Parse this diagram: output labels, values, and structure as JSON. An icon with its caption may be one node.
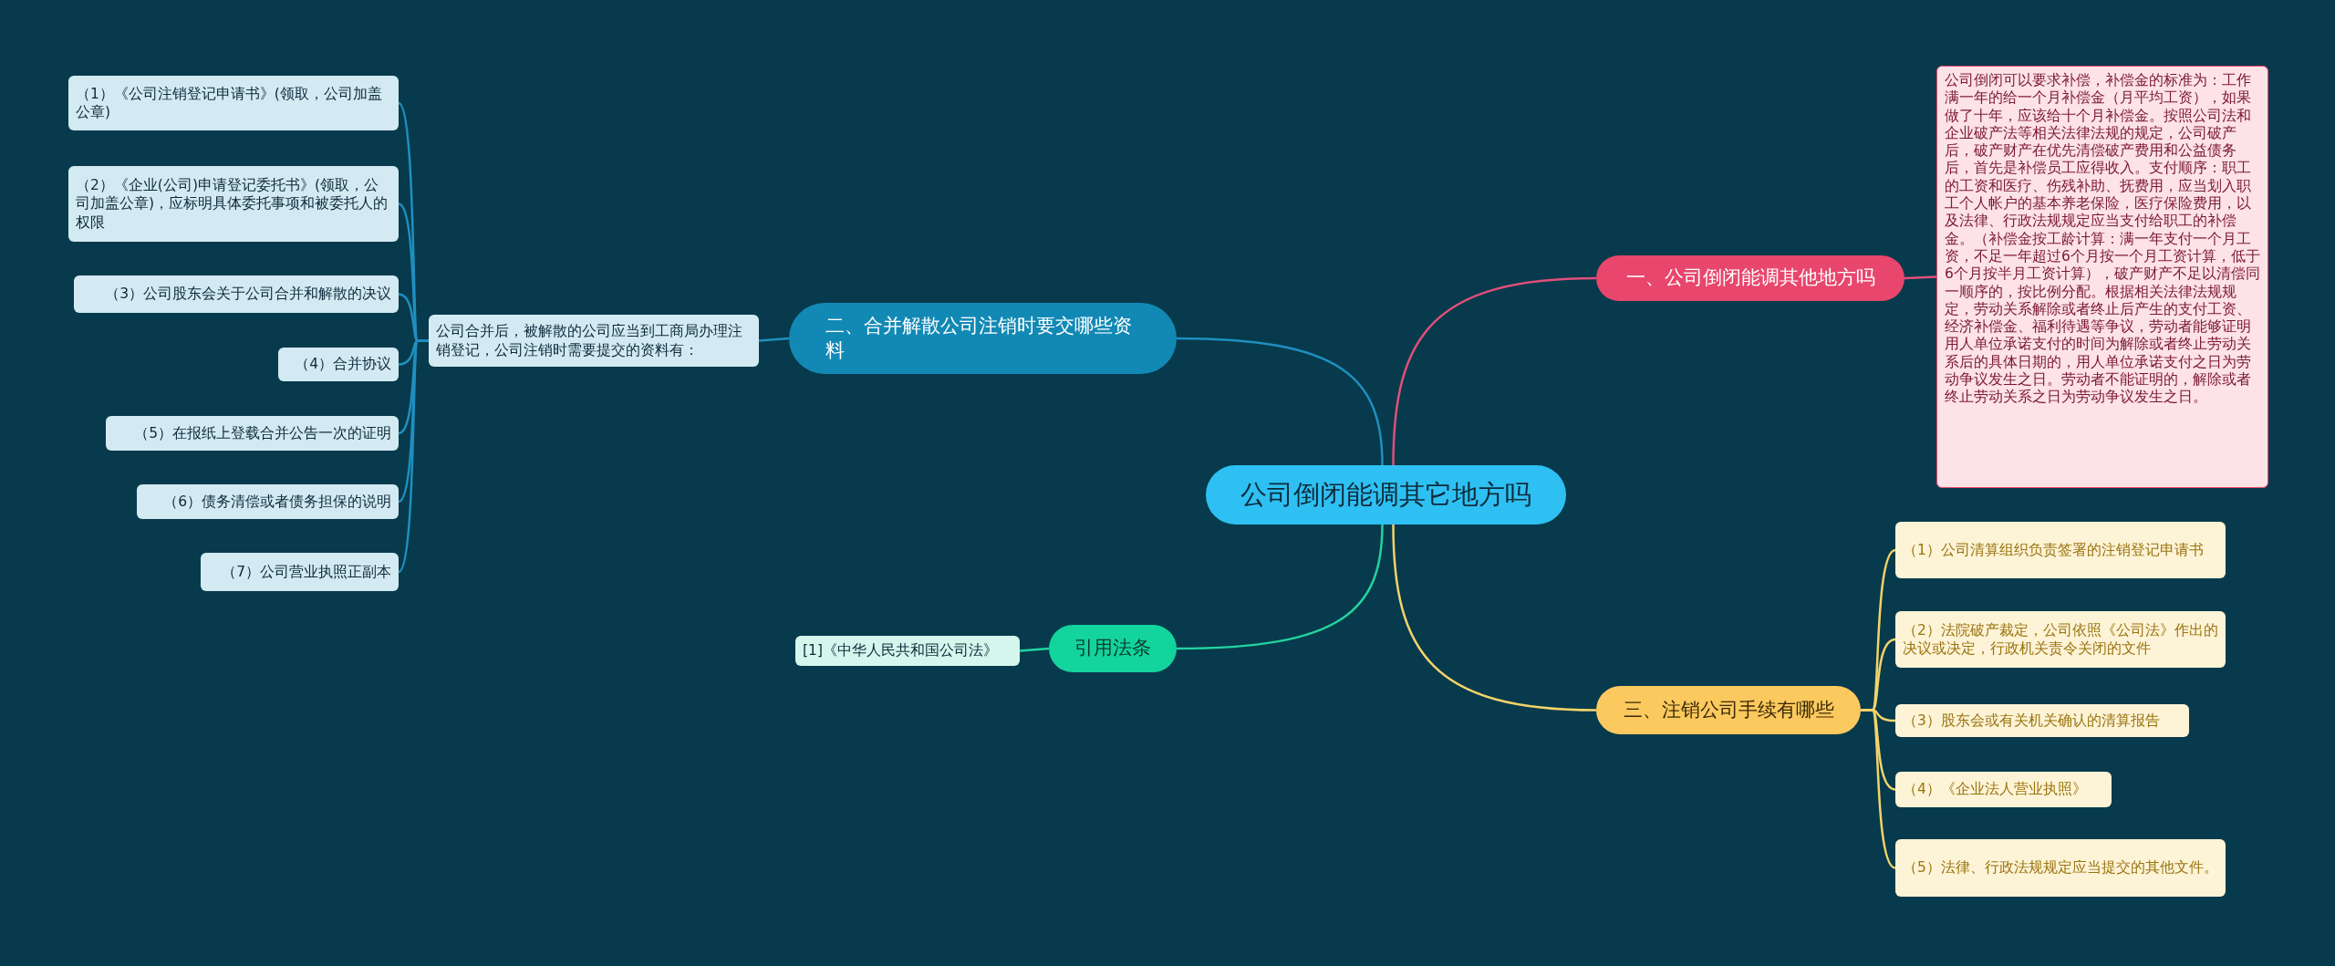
{
  "diagram": {
    "nodes": [
      {
        "text": [
          "公司倒闭能调其它地方吗"
        ]
      },
      {
        "text": [
          "一、公司倒闭能调其他地方吗"
        ]
      },
      {
        "text": [
          "公司倒闭可以要求补偿，补偿金的标准为：工作满一年的给一个月补偿金（月平均工资），如果做了十年，应该给十个月补偿金。按照公司法和企业破产法等相关法律法规的规定，公司破产后，破产财产在优先清偿破产费用和公益债务后，首先是补偿员工应得收入。支付顺序：职工的工资和医疗、伤残补助、抚费用，应当划入职工个人帐户的基本养老保险，医疗保险费用，以及法律、行政法规规定应当支付给职工的补偿金。（补偿金按工龄计算：满一年支付一个月工资，不足一年超过6个月按一个月工资计算，低于6个月按半月工资计算），破产财产不足以清偿同一顺序的，按比例分配。根据相关法律法规规定，劳动关系解除或者终止后产生的支付工资、经济补偿金、福利待遇等争议，劳动者能够证明用人单位承诺支付的时间为解除或者终止劳动关系后的具体日期的，用人单位承诺支付之日为劳动争议发生之日。劳动者不能证明的，解除或者终止劳动关系之日为劳动争议发生之日。"
        ]
      },
      {
        "text": [
          "二、合并解散公司注销时要交哪些资料"
        ]
      },
      {
        "text": [
          "公司合并后，被解散的公司应当到工商局办理注销登记，公司注销时需要提交的资料有："
        ]
      },
      {
        "text": [
          "（1）《公司注销登记申请书》(领取，公司加盖公章)"
        ]
      },
      {
        "text": [
          "（2）《企业(公司)申请登记委托书》(领取，公司加盖公章)，应标明具体委托事项和被委托人的权限"
        ]
      },
      {
        "text": [
          "（3）公司股东会关于公司合并和解散的决议"
        ]
      },
      {
        "text": [
          "（4）合并协议"
        ]
      },
      {
        "text": [
          "（5）在报纸上登载合并公告一次的证明"
        ]
      },
      {
        "text": [
          "（6）债务清偿或者债务担保的说明"
        ]
      },
      {
        "text": [
          "（7）公司营业执照正副本"
        ]
      },
      {
        "text": [
          "引用法条"
        ]
      },
      {
        "text": [
          "[1]《中华人民共和国公司法》"
        ]
      },
      {
        "text": [
          "三、注销公司手续有哪些"
        ]
      },
      {
        "text": [
          "（1）公司清算组织负责签署的注销登记申请书"
        ]
      },
      {
        "text": [
          "（2）法院破产裁定，公司依照《公司法》作出的决议或决定，行政机关责令关闭的文件"
        ]
      },
      {
        "text": [
          "（3）股东会或有关机关确认的清算报告"
        ]
      },
      {
        "text": [
          "（4）《企业法人营业执照》"
        ]
      },
      {
        "text": [
          "（5）法律、行政法规规定应当提交的其他文件。"
        ]
      }
    ],
    "edges": [
      {
        "from": 0,
        "to": 1,
        "arrow": "none",
        "color": "#e0507a"
      },
      {
        "from": 1,
        "to": 2,
        "arrow": "none",
        "color": "#e0507a"
      },
      {
        "from": 0,
        "to": 3,
        "arrow": "none"
      },
      {
        "from": 3,
        "to": 4,
        "arrow": "none"
      },
      {
        "from": 4,
        "to": 5,
        "arrow": "none"
      },
      {
        "from": 4,
        "to": 6,
        "arrow": "none"
      },
      {
        "from": 4,
        "to": 7,
        "arrow": "none"
      },
      {
        "from": 4,
        "to": 8,
        "arrow": "none"
      },
      {
        "from": 4,
        "to": 9,
        "arrow": "none"
      },
      {
        "from": 4,
        "to": 10,
        "arrow": "none"
      },
      {
        "from": 4,
        "to": 11,
        "arrow": "none"
      },
      {
        "from": 0,
        "to": 12,
        "arrow": "none",
        "color": "#22d3a0"
      },
      {
        "from": 12,
        "to": 13,
        "arrow": "none",
        "color": "#22d3a0"
      },
      {
        "from": 0,
        "to": 14,
        "arrow": "none",
        "color": "#f3d36a"
      },
      {
        "from": 14,
        "to": 15,
        "arrow": "none",
        "color": "#f3d36a"
      },
      {
        "from": 14,
        "to": 16,
        "arrow": "none",
        "color": "#f3d36a"
      },
      {
        "from": 14,
        "to": 17,
        "arrow": "none",
        "color": "#f3d36a"
      },
      {
        "from": 14,
        "to": 18,
        "arrow": "none",
        "color": "#f3d36a"
      },
      {
        "from": 14,
        "to": 19,
        "arrow": "none",
        "color": "#f3d36a"
      }
    ]
  }
}
